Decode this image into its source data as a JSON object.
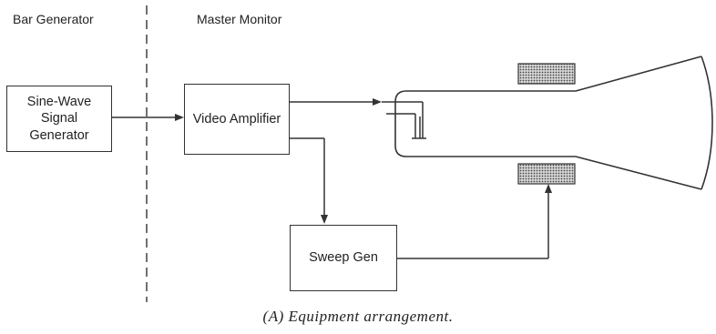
{
  "sections": {
    "left": "Bar Generator",
    "right": "Master Monitor"
  },
  "blocks": {
    "signal_generator": "Sine-Wave\nSignal\nGenerator",
    "video_amplifier": "Video Amplifier",
    "sweep_gen": "Sweep Gen"
  },
  "caption": "(A) Equipment arrangement."
}
